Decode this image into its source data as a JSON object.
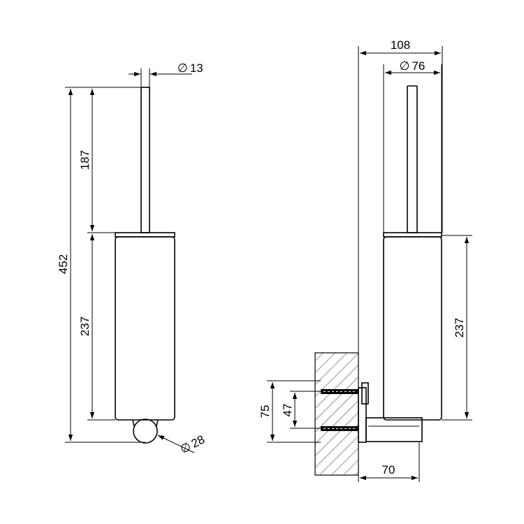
{
  "front_view": {
    "dim_rod_diameter": "13",
    "dim_rod_length": "187",
    "dim_total_height": "452",
    "dim_body_height": "237",
    "dim_ball_diameter": "28"
  },
  "side_view": {
    "dim_overall_depth": "108",
    "dim_body_diameter": "76",
    "dim_body_height": "237",
    "dim_bracket_outer": "75",
    "dim_bracket_inner": "47",
    "dim_wall_offset": "70"
  },
  "diameter_symbol": "∅"
}
